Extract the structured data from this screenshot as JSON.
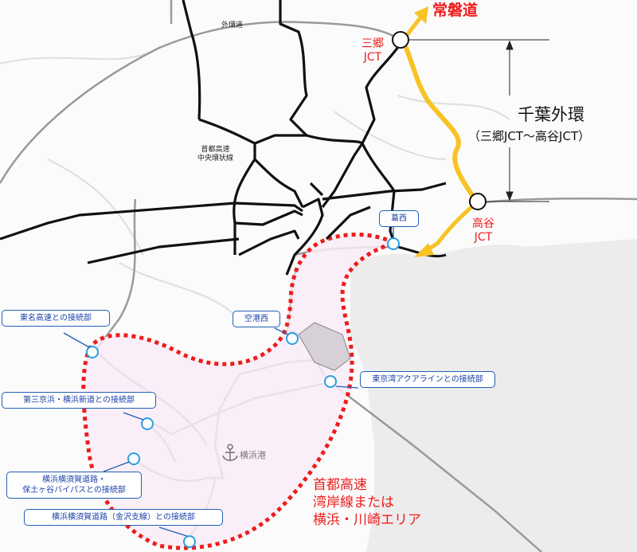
{
  "colors": {
    "route_highlight": "#f7c325",
    "area_boundary": "#ee1c1c",
    "area_fill": "#f9ecf7",
    "roads": "#111111",
    "callout_border": "#1f5fb5",
    "sea": "#ececec"
  },
  "labels": {
    "gaikando": "外環道",
    "joban": "常磐道",
    "misato_1": "三郷",
    "misato_2": "JCT",
    "takaya_1": "高谷",
    "takaya_2": "JCT",
    "chuo_1": "首都高速",
    "chuo_2": "中央環状線",
    "chiba_title": "千葉外環",
    "chiba_sub": "（三郷JCT～高谷JCT）",
    "port": "横浜港",
    "area_1": "首都高速",
    "area_2": "湾岸線または",
    "area_3": "横浜・川崎エリア"
  },
  "callouts": {
    "kasai": "葛西",
    "kukou_nishi": "空港西",
    "tomei": "東名高速との接続部",
    "aqualine": "東京湾アクアラインとの接続部",
    "daisan": "第三京浜・横浜新道との接続部",
    "yokoyoko_1": "横浜横須賀道路・",
    "yokoyoko_2": "保土ヶ谷バイパスとの接続部",
    "kanazawa": "横浜横須賀道路（金沢支線）との接続部"
  }
}
